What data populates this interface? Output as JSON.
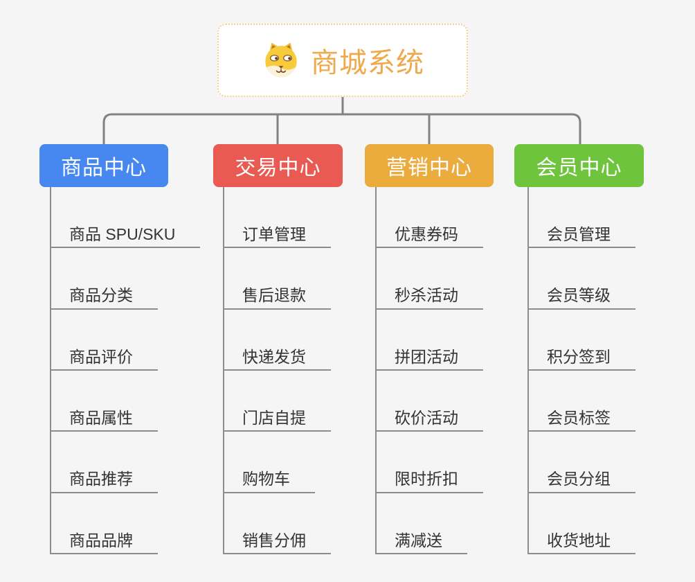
{
  "root": {
    "title": "商城系统",
    "icon": "dog-face-icon"
  },
  "connector_color": "#828282",
  "branches": [
    {
      "label": "商品中心",
      "color": "#4687f0",
      "items": [
        "商品 SPU/SKU",
        "商品分类",
        "商品评价",
        "商品属性",
        "商品推荐",
        "商品品牌"
      ]
    },
    {
      "label": "交易中心",
      "color": "#e85a52",
      "items": [
        "订单管理",
        "售后退款",
        "快递发货",
        "门店自提",
        "购物车",
        "销售分佣"
      ]
    },
    {
      "label": "营销中心",
      "color": "#ebab3d",
      "items": [
        "优惠券码",
        "秒杀活动",
        "拼团活动",
        "砍价活动",
        "限时折扣",
        "满减送"
      ]
    },
    {
      "label": "会员中心",
      "color": "#6ec43c",
      "items": [
        "会员管理",
        "会员等级",
        "积分签到",
        "会员标签",
        "会员分组",
        "收货地址"
      ]
    }
  ]
}
